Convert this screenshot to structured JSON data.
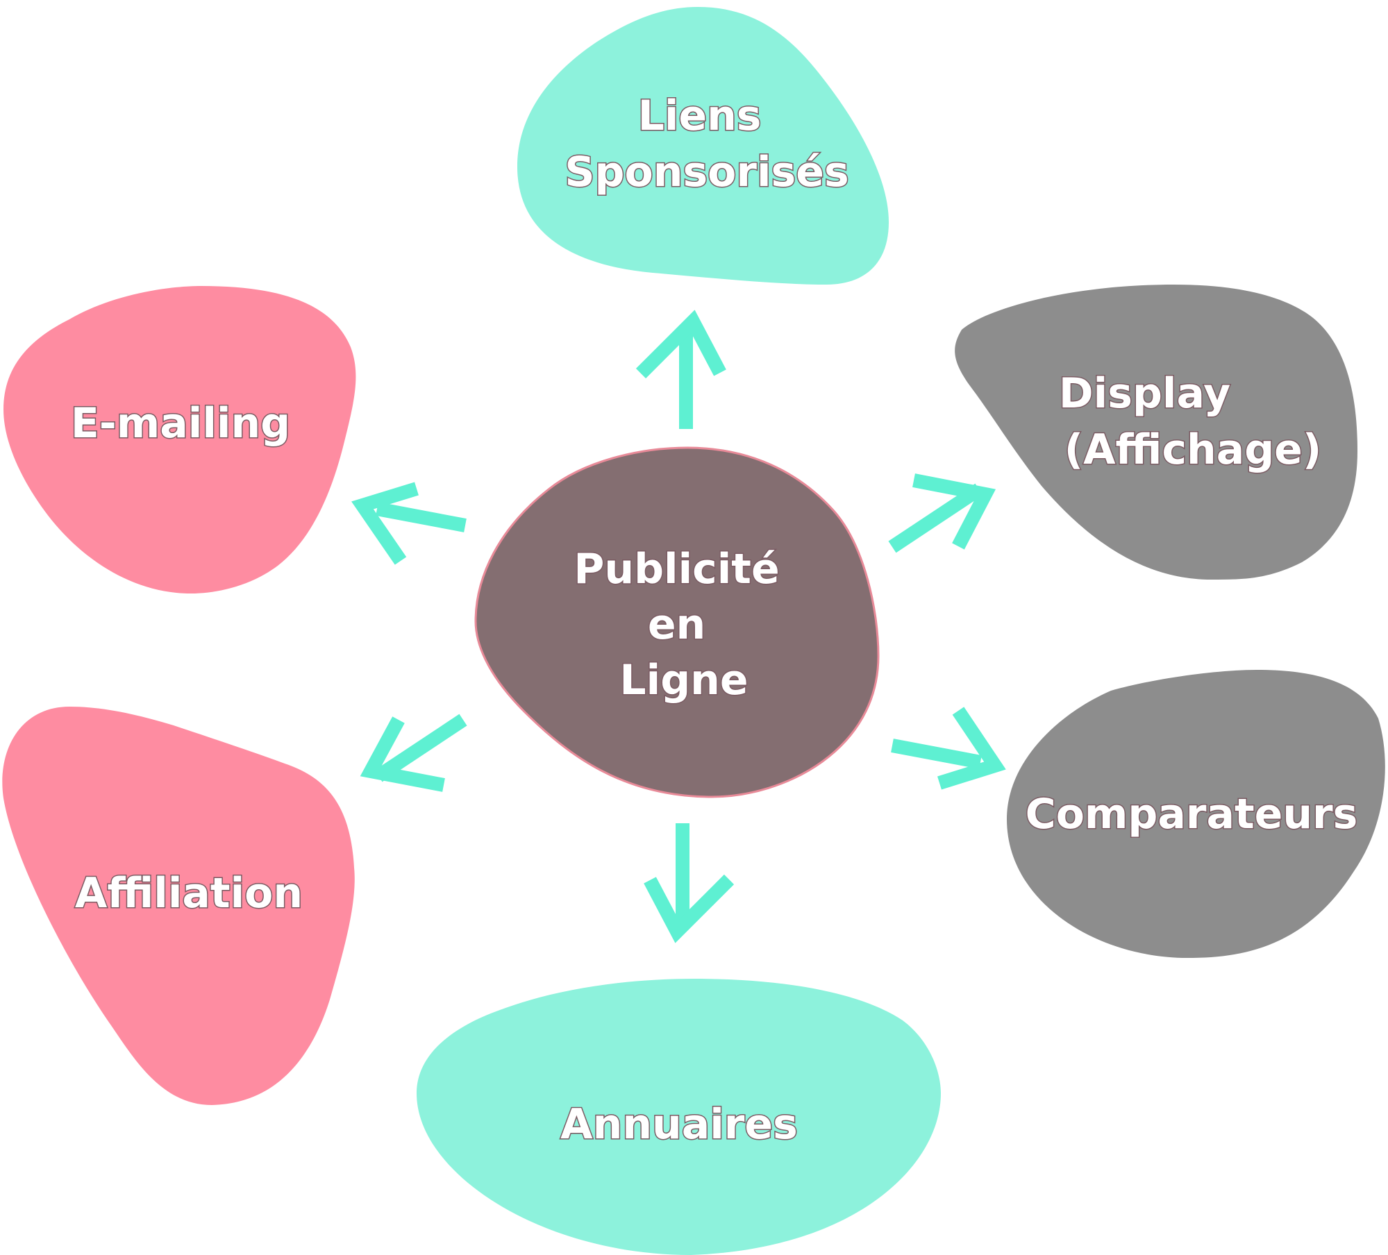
{
  "diagram": {
    "center": {
      "lines": [
        "Publicité",
        "en",
        "Ligne"
      ],
      "color": "#846e71"
    },
    "nodes": [
      {
        "id": "liens-sponsorises",
        "lines": [
          "Liens",
          "Sponsorisés"
        ],
        "color": "#8df2dc"
      },
      {
        "id": "display",
        "lines": [
          "Display",
          "(Affichage)"
        ],
        "color": "#8d8d8d"
      },
      {
        "id": "comparateurs",
        "lines": [
          "Comparateurs"
        ],
        "color": "#8d8d8d"
      },
      {
        "id": "annuaires",
        "lines": [
          "Annuaires"
        ],
        "color": "#8df2dc"
      },
      {
        "id": "affiliation",
        "lines": [
          "Affiliation"
        ],
        "color": "#fe8ca1"
      },
      {
        "id": "e-mailing",
        "lines": [
          "E-mailing"
        ],
        "color": "#fe8ca1"
      }
    ],
    "arrow_color": "#5ef0d2"
  }
}
